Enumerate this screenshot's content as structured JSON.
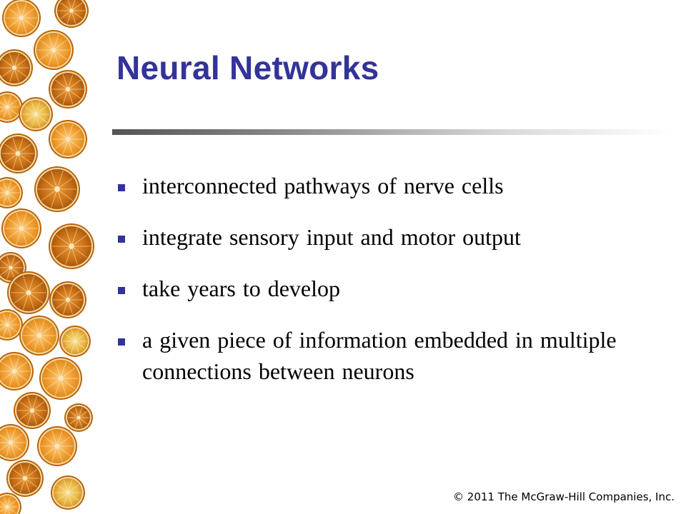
{
  "slide": {
    "title": "Neural Networks",
    "bullets": [
      {
        "text": "interconnected pathways of nerve cells"
      },
      {
        "text": "integrate sensory input and motor output"
      },
      {
        "text": "take years to develop"
      },
      {
        "text": "a given piece of information embedded in multiple connections between neurons"
      }
    ],
    "copyright": "© 2011 The McGraw-Hill Companies, Inc."
  },
  "colors": {
    "title": "#333399",
    "bullet_marker": "#333399",
    "orange_peel": "#c8780f",
    "orange_flesh": "#f0a033"
  }
}
